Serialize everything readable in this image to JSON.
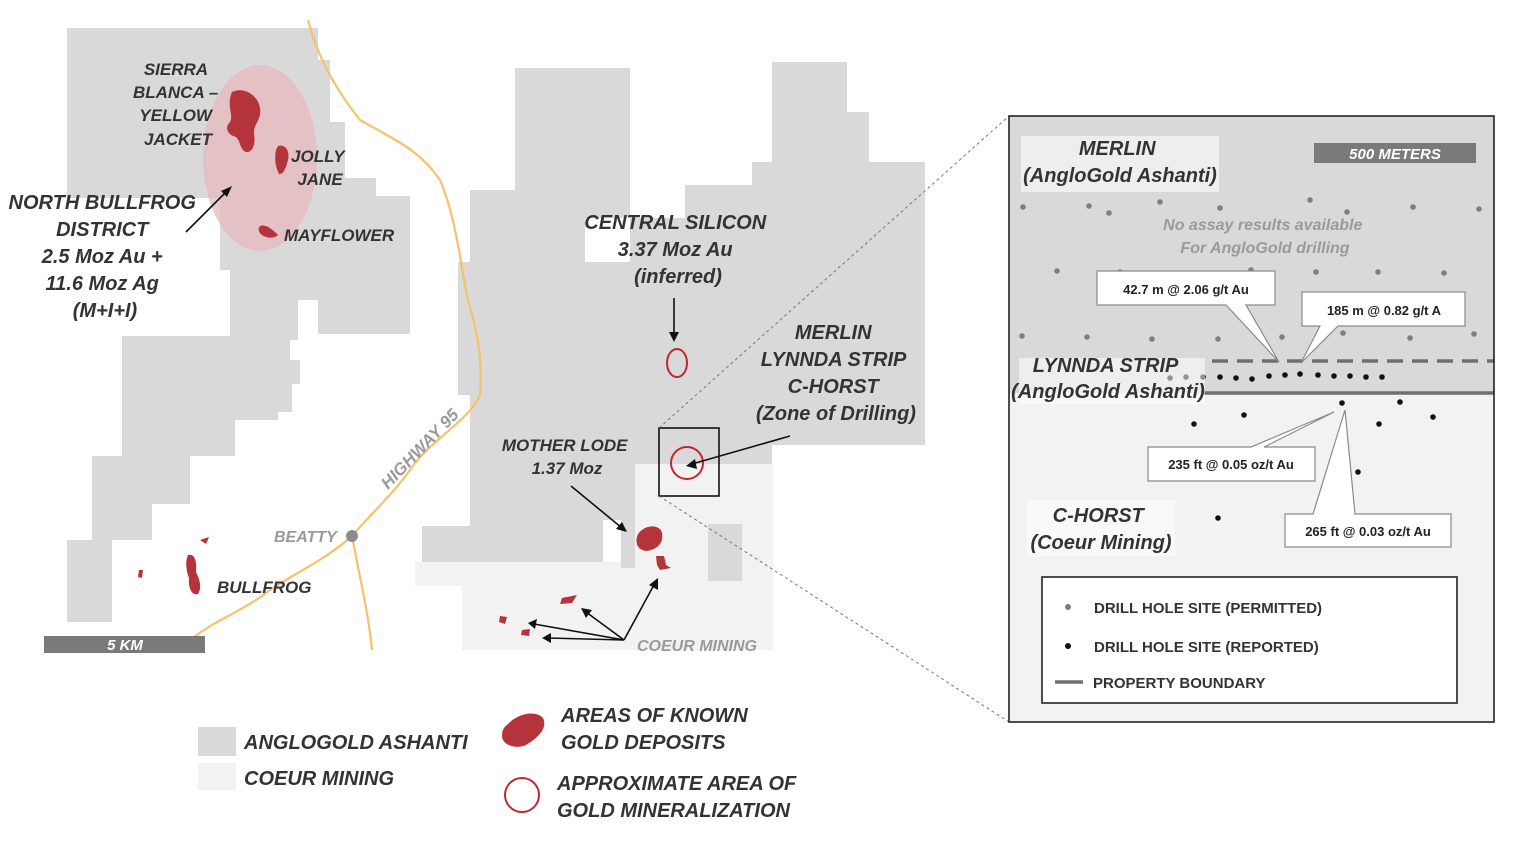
{
  "colors": {
    "anglogold": "#d9d9d9",
    "coeur": "#f2f2f2",
    "deposit": "#b5333a",
    "mineralization": "#c0282f",
    "highway": "#f5c26b",
    "scale_bar": "#7a7a7a",
    "boundary": "#6f6f6f"
  },
  "main_map": {
    "sierra_blanca": [
      "SIERRA",
      "BLANCA –",
      "YELLOW",
      "JACKET"
    ],
    "jolly_jane": [
      "JOLLY",
      "JANE"
    ],
    "mayflower": "MAYFLOWER",
    "north_bullfrog": [
      "NORTH BULLFROG",
      "DISTRICT",
      "2.5 Moz Au +",
      "11.6 Moz Ag",
      "(M+I+I)"
    ],
    "central_silicon": [
      "CENTRAL SILICON",
      "3.37 Moz Au",
      "(inferred)"
    ],
    "merlin_zone": [
      "MERLIN",
      "LYNNDA STRIP",
      "C-HORST",
      "(Zone of Drilling)"
    ],
    "mother_lode": [
      "MOTHER LODE",
      "1.37 Moz"
    ],
    "highway": "HIGHWAY 95",
    "beatty": "BEATTY",
    "bullfrog": "BULLFROG",
    "coeur_mining": "COEUR MINING",
    "scale": "5 KM"
  },
  "legend": {
    "anglogold": "ANGLOGOLD ASHANTI",
    "coeur": "COEUR MINING",
    "deposits": [
      "AREAS OF KNOWN",
      "GOLD DEPOSITS"
    ],
    "mineralization": [
      "APPROXIMATE AREA OF",
      "GOLD MINERALIZATION"
    ]
  },
  "inset": {
    "merlin": [
      "MERLIN",
      "(AngloGold Ashanti)"
    ],
    "scale": "500 METERS",
    "no_assay": [
      "No assay results available",
      "For AngloGold drilling"
    ],
    "assay_1": "42.7 m @ 2.06 g/t Au",
    "assay_2": "185 m @ 0.82 g/t A",
    "lynnda": [
      "LYNNDA STRIP",
      "(AngloGold Ashanti)"
    ],
    "assay_3": "235 ft @ 0.05 oz/t Au",
    "assay_4": "265 ft @ 0.03 oz/t Au",
    "c_horst": [
      "C-HORST",
      "(Coeur Mining)"
    ],
    "legend": {
      "permitted": "DRILL HOLE SITE (PERMITTED)",
      "reported": "DRILL HOLE SITE (REPORTED)",
      "boundary": "PROPERTY BOUNDARY"
    }
  }
}
